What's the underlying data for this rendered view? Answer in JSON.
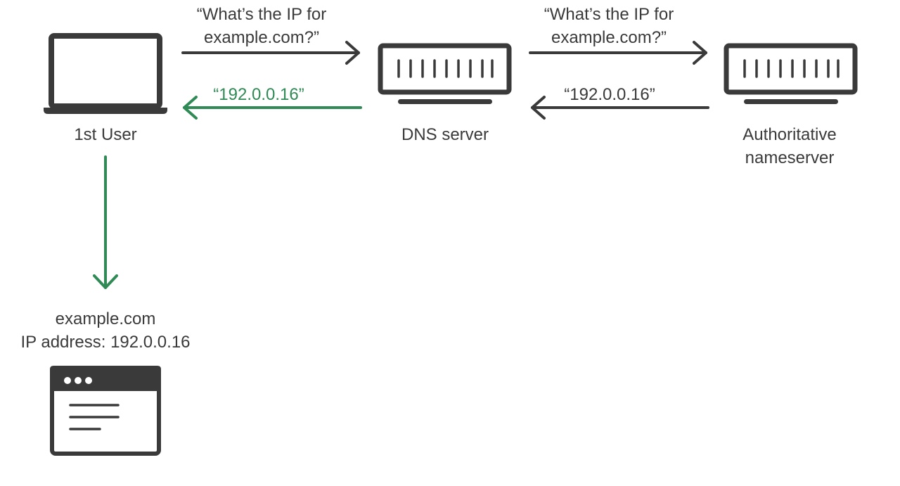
{
  "colors": {
    "dark": "#3a3a3a",
    "accent": "#2f8a55",
    "background": "#ffffff"
  },
  "nodes": {
    "user": {
      "label": "1st User",
      "icon": "laptop-icon"
    },
    "dns_server": {
      "label": "DNS server",
      "icon": "server-icon"
    },
    "authoritative": {
      "label_line1": "Authoritative",
      "label_line2": "nameserver",
      "icon": "server-icon"
    },
    "result": {
      "line1": "example.com",
      "line2": "IP address: 192.0.0.16",
      "icon": "browser-window-icon"
    }
  },
  "messages": {
    "query_to_dns": {
      "line1": "“What’s the IP for",
      "line2": "example.com?”"
    },
    "query_to_auth": {
      "line1": "“What’s the IP for",
      "line2": "example.com?”"
    },
    "reply_from_auth": "“192.0.0.16”",
    "reply_to_user": "“192.0.0.16”"
  }
}
